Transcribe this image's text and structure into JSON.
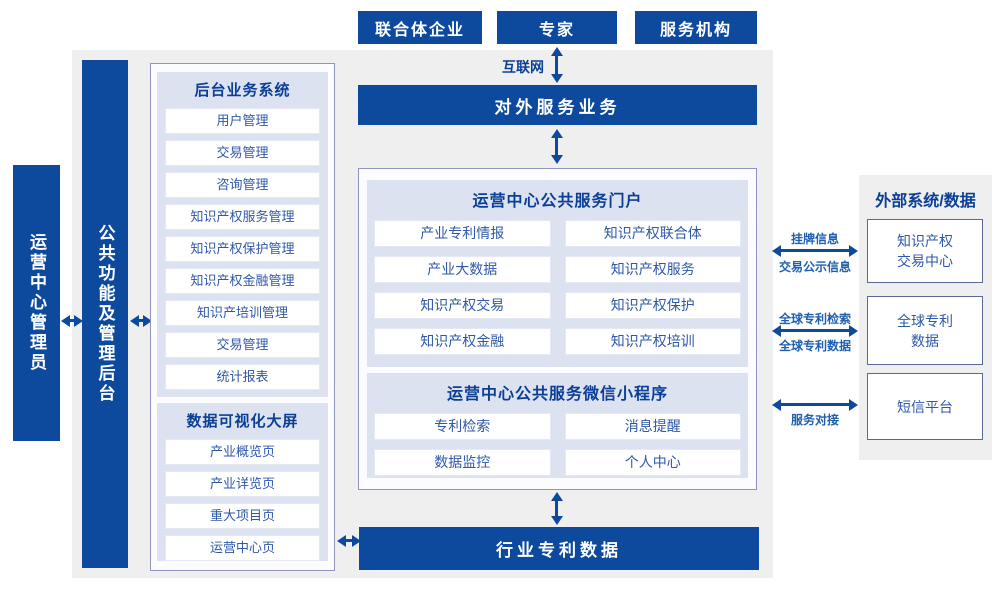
{
  "colors": {
    "primary": "#0d4a9d",
    "navy_title": "#0b3f96",
    "item_text": "#2f58a8",
    "label_text": "#1f5fb0",
    "section_bg": "#dde2f1",
    "panel_border": "#8f94c0",
    "gray_panel": "#efefef"
  },
  "top_actors": [
    "联合体企业",
    "专家",
    "服务机构"
  ],
  "internet_label": "互联网",
  "external_service_bar": "对外服务业务",
  "admin_bar": "运营中心管理员",
  "backend_bar": "公共功能及管理后台",
  "left_panel": {
    "backend_system": {
      "title": "后台业务系统",
      "items": [
        "用户管理",
        "交易管理",
        "咨询管理",
        "知识产权服务管理",
        "知识产权保护管理",
        "知识产权金融管理",
        "知识产培训管理",
        "交易管理",
        "统计报表"
      ]
    },
    "dashboard": {
      "title": "数据可视化大屏",
      "items": [
        "产业概览页",
        "产业详览页",
        "重大项目页",
        "运营中心页"
      ]
    }
  },
  "center_panel": {
    "portal": {
      "title": "运营中心公共服务门户",
      "items_left": [
        "产业专利情报",
        "产业大数据",
        "知识产权交易",
        "知识产权金融"
      ],
      "items_right": [
        "知识产权联合体",
        "知识产权服务",
        "知识产权保护",
        "知识产权培训"
      ]
    },
    "miniprogram": {
      "title": "运营中心公共服务微信小程序",
      "items_left": [
        "专利检索",
        "数据监控"
      ],
      "items_right": [
        "消息提醒",
        "个人中心"
      ]
    }
  },
  "bottom_bar": "行业专利数据",
  "external_panel": {
    "title": "外部系统/数据",
    "items": [
      "知识产权交易中心",
      "全球专利数据",
      "短信平台"
    ]
  },
  "connection_labels": {
    "c1_top": "挂牌信息",
    "c1_bottom": "交易公示信息",
    "c2_top": "全球专利检索",
    "c2_bottom": "全球专利数据",
    "c3_bottom": "服务对接"
  }
}
